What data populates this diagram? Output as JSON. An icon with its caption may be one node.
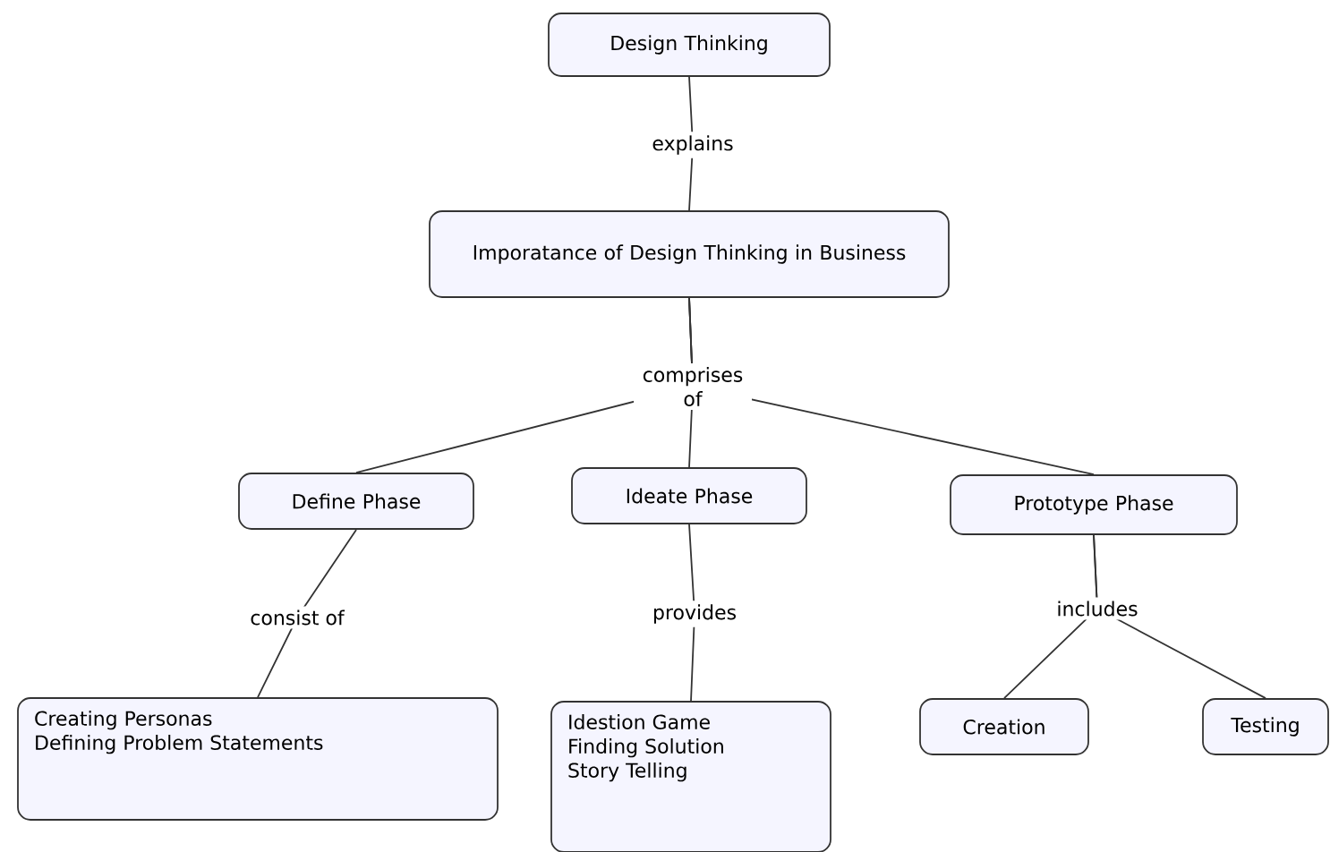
{
  "diagram": {
    "nodes": [
      {
        "text": [
          "Design Thinking"
        ]
      },
      {
        "text": [
          "Imporatance of Design Thinking in Business"
        ]
      },
      {
        "text": [
          "Define Phase"
        ]
      },
      {
        "text": [
          "Ideate Phase"
        ]
      },
      {
        "text": [
          "Prototype Phase"
        ]
      },
      {
        "text": [
          "Creating Personas",
          "Defining Problem Statements"
        ]
      },
      {
        "text": [
          "Idestion Game",
          "Finding Solution",
          "Story Telling"
        ]
      },
      {
        "text": [
          "Creation"
        ]
      },
      {
        "text": [
          "Testing"
        ]
      }
    ],
    "edges": [
      {
        "from": 0,
        "to": 1,
        "arrow": "none",
        "label": "explains"
      },
      {
        "from": 1,
        "to": 2,
        "arrow": "none"
      },
      {
        "from": 1,
        "to": 3,
        "arrow": "none",
        "label": "comprises of"
      },
      {
        "from": 1,
        "to": 4,
        "arrow": "none"
      },
      {
        "from": 2,
        "to": 5,
        "arrow": "none",
        "label": "consist of"
      },
      {
        "from": 3,
        "to": 6,
        "arrow": "none",
        "label": "provides"
      },
      {
        "from": 4,
        "to": 7,
        "arrow": "none",
        "label": "includes"
      },
      {
        "from": 4,
        "to": 8,
        "arrow": "none"
      }
    ]
  }
}
